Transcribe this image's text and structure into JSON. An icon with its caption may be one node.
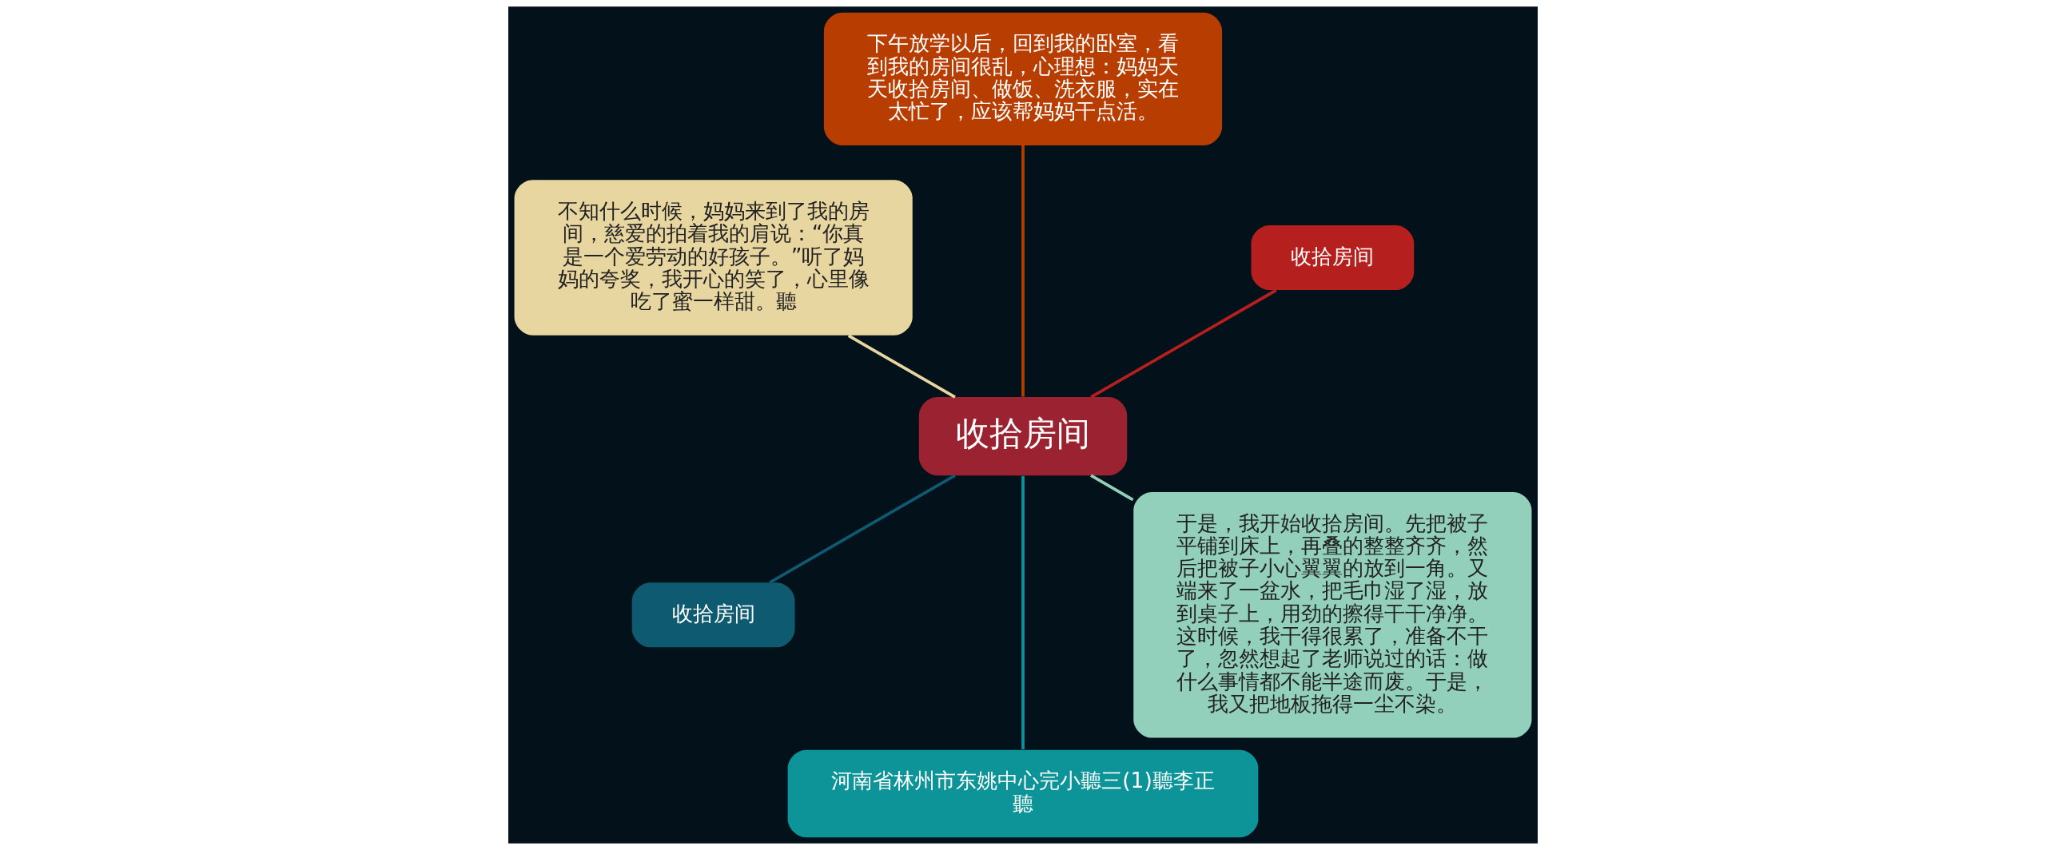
{
  "diagram": {
    "nodes": [
      {
        "text": [
          "收拾房间"
        ]
      },
      {
        "text": [
          "收拾房间"
        ]
      },
      {
        "text": [
          "下午放学以后，回到我的卧室，看到我的房间很乱，心理想：妈妈天天收拾房间、做饭、洗衣服，实在太忙了，应该帮妈妈干点活。"
        ]
      },
      {
        "text": [
          "不知什么时候，妈妈来到了我的房间，慈爱的拍着我的肩说：“你真是一个爱劳动的好孩子。”听了妈妈的夸奖，我开心的笑了，心里像吃了蜜一样甜。聽"
        ]
      },
      {
        "text": [
          "收拾房间"
        ]
      },
      {
        "text": [
          "河南省林州市东姚中心完小聽三(1)聽李正聽"
        ]
      },
      {
        "text": [
          "于是，我开始收拾房间。先把被子平铺到床上，再叠的整整齐齐，然后把被子小心翼翼的放到一角。又端来了一盆水，把毛巾湿了湿，放到桌子上，用劲的擦得干干净净。这时候，我干得很累了，准备不干了，忽然想起了老师说过的话：做什么事情都不能半途而废。于是，我又把地板拖得一尘不染。"
        ]
      }
    ],
    "edges": [
      {
        "from": 0,
        "to": 1,
        "arrow": "none",
        "color": "#b5201e"
      },
      {
        "from": 0,
        "to": 2,
        "arrow": "none",
        "color": "#b83d00"
      },
      {
        "from": 0,
        "to": 3,
        "arrow": "none",
        "color": "#e8d6a0"
      },
      {
        "from": 0,
        "to": 4,
        "arrow": "none",
        "color": "#0e5a70"
      },
      {
        "from": 0,
        "to": 5,
        "arrow": "none",
        "color": "#0c9498"
      },
      {
        "from": 0,
        "to": 6,
        "arrow": "none",
        "color": "#93d0bb"
      }
    ]
  }
}
